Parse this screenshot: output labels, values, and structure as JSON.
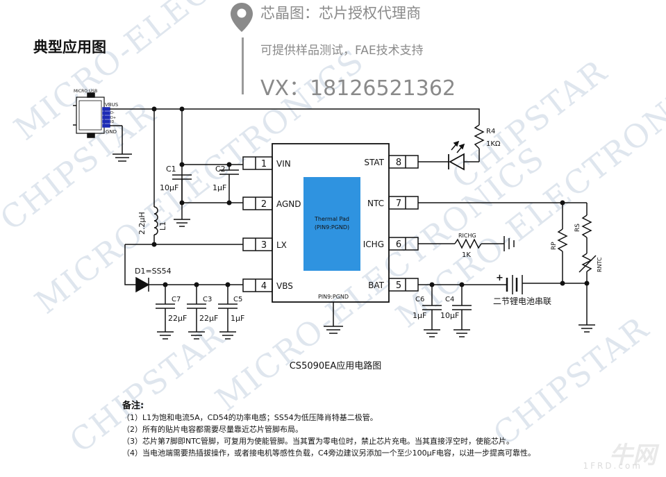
{
  "header": {
    "line1": "芯晶图：芯片授权代理商",
    "line2": "可提供样品测试，FAE技术支持",
    "line3": "VX：18126521362",
    "icon": "map-pin-icon"
  },
  "title": "典型应用图",
  "watermark": {
    "text1": "CHIPSTAR",
    "text2": "MICRO-ELECTRONICS"
  },
  "usb": {
    "name": "MICRO USB",
    "vbus": "VBUS",
    "dminus": "D-",
    "dplus": "D+",
    "id": "ID",
    "gnd": "GND"
  },
  "chip": {
    "thermal_pad": "Thermal Pad",
    "thermal_pad_sub": "(PIN9:PGND)",
    "pin9_label": "PIN9:PGND",
    "caption": "CS5090EA应用电路图",
    "pins_left": [
      {
        "num": "1",
        "name": "VIN"
      },
      {
        "num": "2",
        "name": "AGND"
      },
      {
        "num": "3",
        "name": "LX"
      },
      {
        "num": "4",
        "name": "VBS"
      }
    ],
    "pins_right": [
      {
        "num": "8",
        "name": "STAT"
      },
      {
        "num": "7",
        "name": "NTC"
      },
      {
        "num": "6",
        "name": "ICHG"
      },
      {
        "num": "5",
        "name": "BAT"
      }
    ]
  },
  "components": {
    "c1": "C1",
    "c1_val": "10μF",
    "c2": "C2",
    "c2_val": "1μF",
    "l1": "L1",
    "l1_val": "2.2μH",
    "d1": "D1=SS54",
    "c7": "C7",
    "c7_val": "22μF",
    "c3": "C3",
    "c3_val": "22μF",
    "c5": "C5",
    "c5_val": "1μF",
    "r4": "R4",
    "r4_val": "1KΩ",
    "richg": "RICHG",
    "richg_val": "1K",
    "c6": "C6",
    "c6_val": "1μF",
    "c4": "C4",
    "c4_val": "10μF",
    "battery": "二节锂电池串联",
    "rp": "RP",
    "rs": "RS",
    "rntc": "RNTC"
  },
  "notes": {
    "heading": "备注:",
    "items": [
      "（1）L1为饱和电流5A，CD54的功率电感；SS54为低压降肖特基二极管。",
      "（2）所有的贴片电容都需要尽量靠近芯片管脚布局。",
      "（3）芯片第7脚即NTC管脚，可复用为使能管脚。当其置为零电位时，禁止芯片充电。当其直接浮空时，使能芯片。",
      "（4）当电池端需要热插拔操作，或者接电机等感性负载，C4旁边建议另添加一个至少100μF电容，以进一步提高可靠性。"
    ]
  },
  "corner_logo": {
    "main": "牛网",
    "sub": "1FRD.com"
  },
  "colors": {
    "thermal_pad": "#2f93e0",
    "header_text": "#8a8a8a",
    "watermark": "#dfe6ee",
    "ink": "#111111"
  }
}
